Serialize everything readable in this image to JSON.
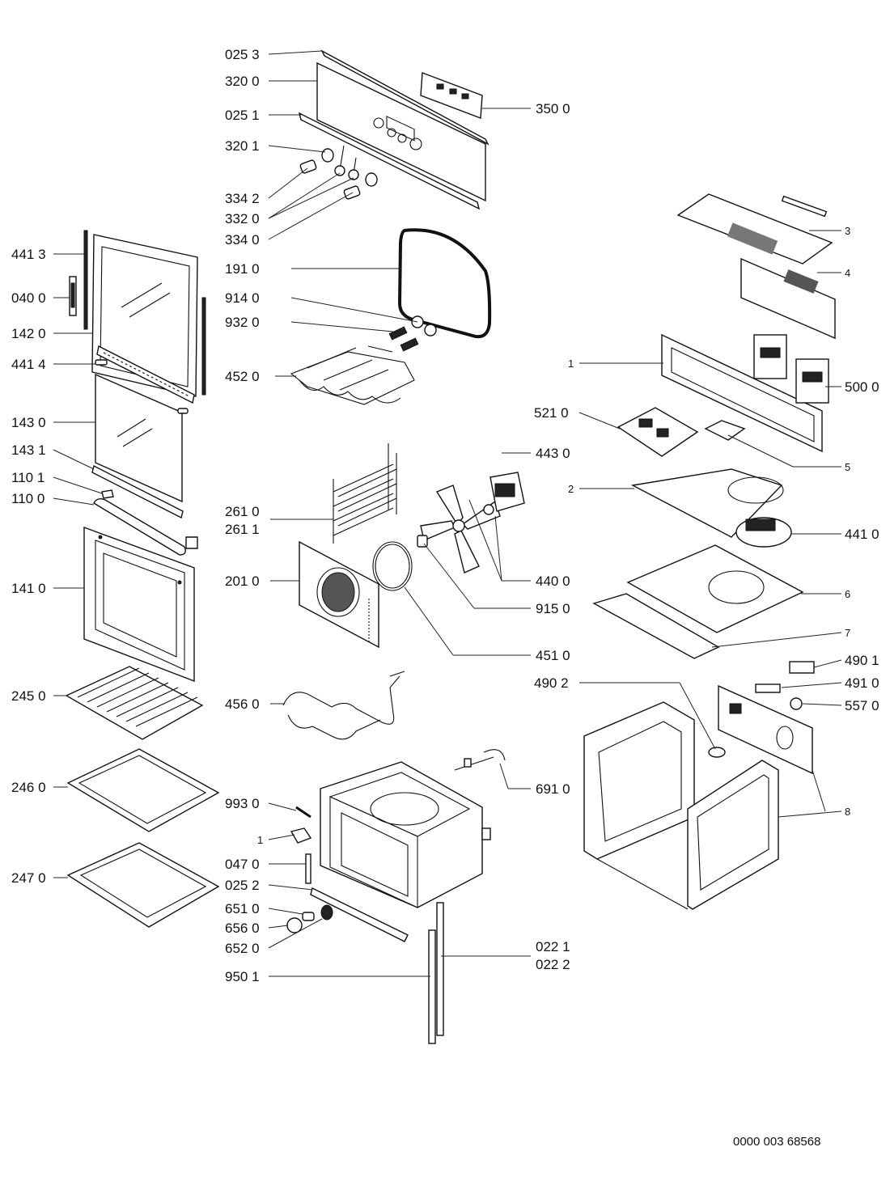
{
  "document_code": "0000 003 68568",
  "parts": {
    "p0253": "025 3",
    "p3200": "320 0",
    "p0251": "025 1",
    "p3201": "320 1",
    "p3342": "334 2",
    "p3320": "332 0",
    "p3340": "334 0",
    "p3500": "350 0",
    "p1910": "191 0",
    "p9140": "914 0",
    "p9320": "932 0",
    "p4520": "452 0",
    "p4413": "441 3",
    "p0400": "040 0",
    "p1420": "142 0",
    "p4414": "441 4",
    "p1430": "143 0",
    "p1431": "143 1",
    "p1101": "110 1",
    "p1100": "110 0",
    "p1410": "141 0",
    "p2450": "245 0",
    "p2460": "246 0",
    "p2470": "247 0",
    "p2610": "261 0",
    "p2611": "261 1",
    "p2010": "201 0",
    "p4560": "456 0",
    "p9930": "993 0",
    "p1b": "1",
    "p0470": "047 0",
    "p0252": "025 2",
    "p6510": "651 0",
    "p6560": "656 0",
    "p6520": "652 0",
    "p9501": "950 1",
    "p4430": "443 0",
    "p4400": "440 0",
    "p9150": "915 0",
    "p4510": "451 0",
    "p6910": "691 0",
    "p0221": "022 1",
    "p0222": "022 2",
    "p3": "3",
    "p4": "4",
    "p1": "1",
    "p5000": "500 0",
    "p5210": "521 0",
    "p5": "5",
    "p2": "2",
    "p4410": "441 0",
    "p6": "6",
    "p7": "7",
    "p4901": "490 1",
    "p4910": "491 0",
    "p4902": "490 2",
    "p5570": "557 0",
    "p8": "8"
  }
}
